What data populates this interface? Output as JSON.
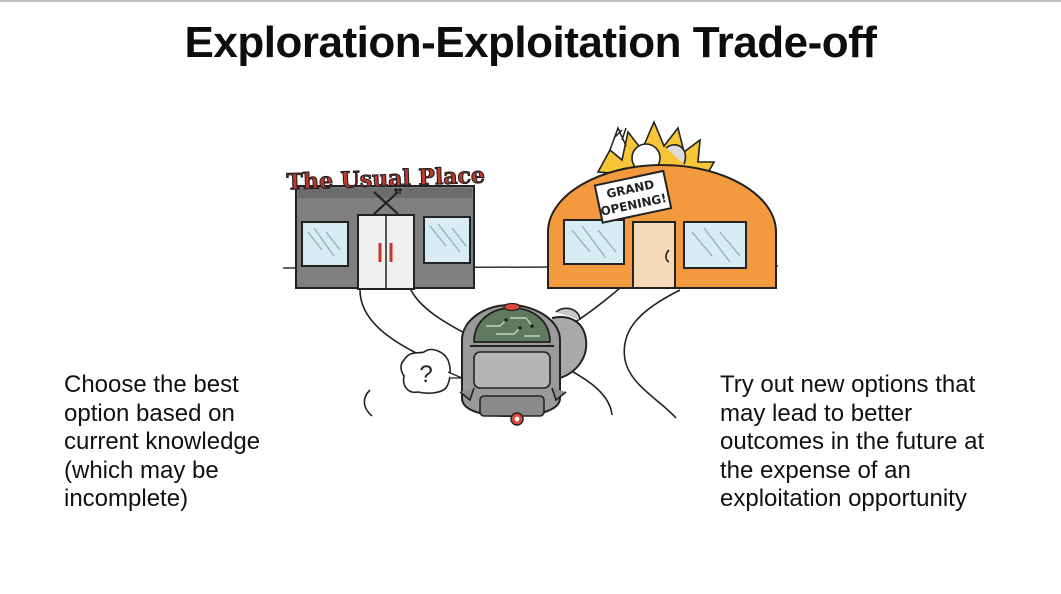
{
  "title": "Exploration-Exploitation Trade-off",
  "exploit_caption": "Choose the best\noption based on\ncurrent knowledge\n(which may be\nincomplete)",
  "explore_caption": "Try out new options that\nmay lead to better\noutcomes in the future at\nthe expense of an\nexploitation opportunity",
  "old_restaurant": {
    "sign": "The Usual Place",
    "color": "#7a7a7a",
    "sign_color": "#c0392b"
  },
  "new_restaurant": {
    "sign_line1": "GRAND",
    "sign_line2": "OPENING!",
    "color": "#f39a3e"
  },
  "thought_bubble": {
    "text": "?"
  },
  "icons": [
    "fork-knife-icon",
    "question-mark-icon",
    "robot-icon"
  ]
}
